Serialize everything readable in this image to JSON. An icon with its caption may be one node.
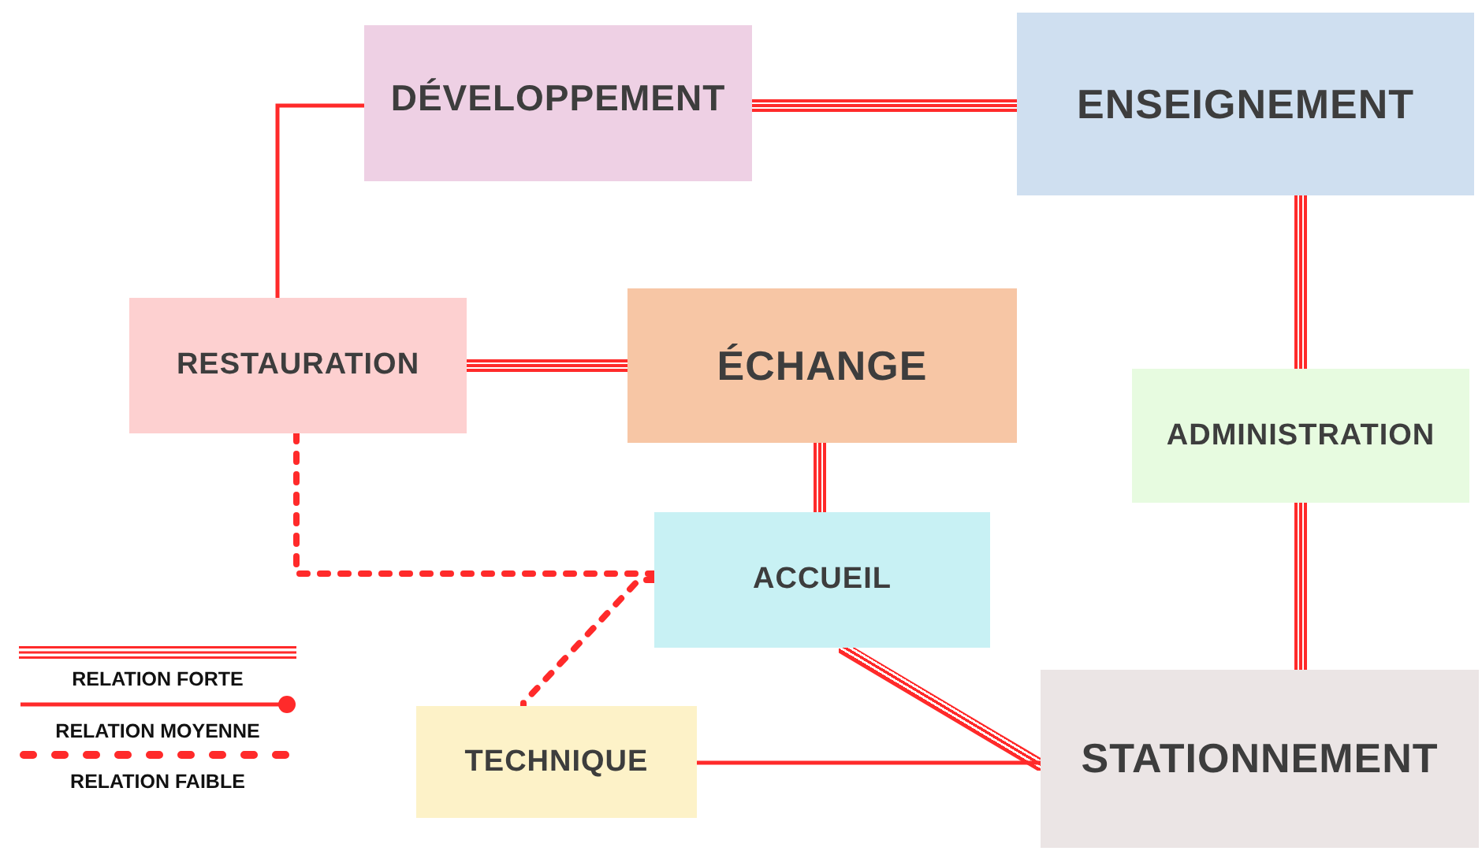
{
  "diagram": {
    "nodes": [
      {
        "text": [
          "DÉVELOPPEMENT"
        ]
      },
      {
        "text": [
          "ENSEIGNEMENT"
        ]
      },
      {
        "text": [
          "RESTAURATION"
        ]
      },
      {
        "text": [
          "ÉCHANGE"
        ]
      },
      {
        "text": [
          "ADMINISTRATION"
        ]
      },
      {
        "text": [
          "ACCUEIL"
        ]
      },
      {
        "text": [
          "TECHNIQUE"
        ]
      },
      {
        "text": [
          "STATIONNEMENT"
        ]
      }
    ],
    "edges": [
      {
        "from": 0,
        "to": 1,
        "arrow": "none",
        "style": "thick"
      },
      {
        "from": 2,
        "to": 0,
        "arrow": "none"
      },
      {
        "from": 2,
        "to": 3,
        "arrow": "none",
        "style": "thick"
      },
      {
        "from": 3,
        "to": 5,
        "arrow": "none",
        "style": "thick"
      },
      {
        "from": 1,
        "to": 4,
        "arrow": "none",
        "style": "thick"
      },
      {
        "from": 4,
        "to": 7,
        "arrow": "none",
        "style": "thick"
      },
      {
        "from": 5,
        "to": 7,
        "arrow": "none",
        "style": "thick"
      },
      {
        "from": 6,
        "to": 7,
        "arrow": "none"
      },
      {
        "from": 2,
        "to": 5,
        "arrow": "none",
        "style": "dashed"
      },
      {
        "from": 5,
        "to": 6,
        "arrow": "none",
        "style": "dashed"
      }
    ],
    "legend": [
      {
        "text": "RELATION FORTE"
      },
      {
        "text": "RELATION MOYENNE"
      },
      {
        "text": "RELATION FAIBLE"
      }
    ]
  }
}
